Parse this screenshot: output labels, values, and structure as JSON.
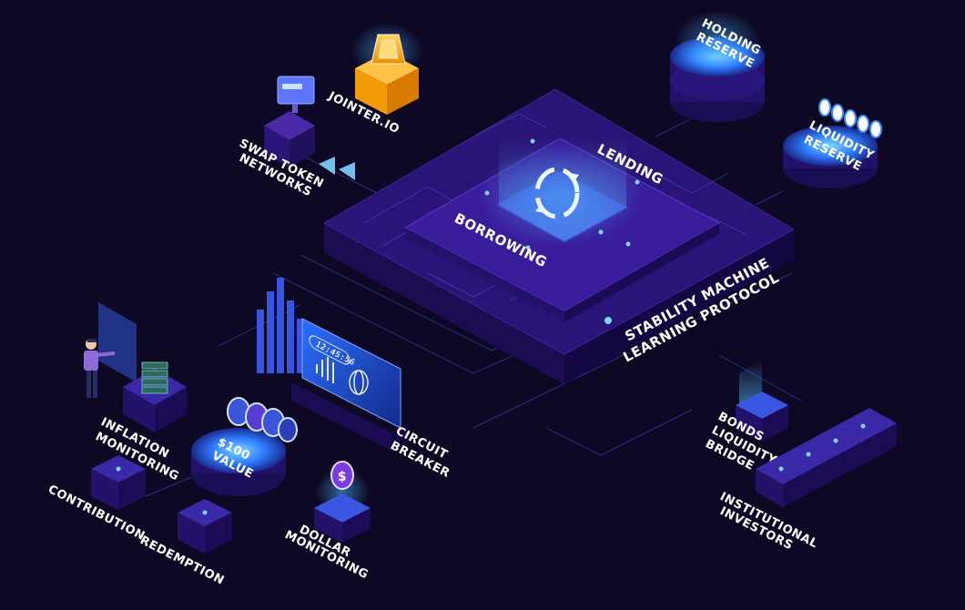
{
  "nodes": {
    "core_title": [
      "STABILITY MACHINE",
      "LEARNING PROTOCOL"
    ],
    "lending": "LENDING",
    "borrowing": "BORROWING",
    "jointer": "JOINTER.IO",
    "swap": [
      "SWAP TOKEN",
      "NETWORKS"
    ],
    "holding_reserve": [
      "HOLDING",
      "RESERVE"
    ],
    "liquidity_reserve": [
      "LIQUIDITY",
      "RESERVE"
    ],
    "inflation": [
      "INFLATION",
      "MONITORING"
    ],
    "value": [
      "$100",
      "VALUE"
    ],
    "circuit_breaker": [
      "CIRCUIT",
      "BREAKER"
    ],
    "contribution": "CONTRIBUTION",
    "redemption": "REDEMPTION",
    "dollar_monitoring": [
      "DOLLAR",
      "MONITORING"
    ],
    "bonds": [
      "BONDS",
      "LIQUIDITY",
      "BRIDGE"
    ],
    "institutional": [
      "INSTITUTIONAL",
      "INVESTORS"
    ]
  },
  "screen": {
    "time": "12:45:56"
  },
  "coin_symbol": "$",
  "colors": {
    "background": "#0d0823",
    "platform_top": "#2a1477",
    "platform_side": "#1c0d52",
    "glow": "#3ea9ff",
    "accent_purple": "#8a4dff",
    "gold": "#f7a614"
  }
}
